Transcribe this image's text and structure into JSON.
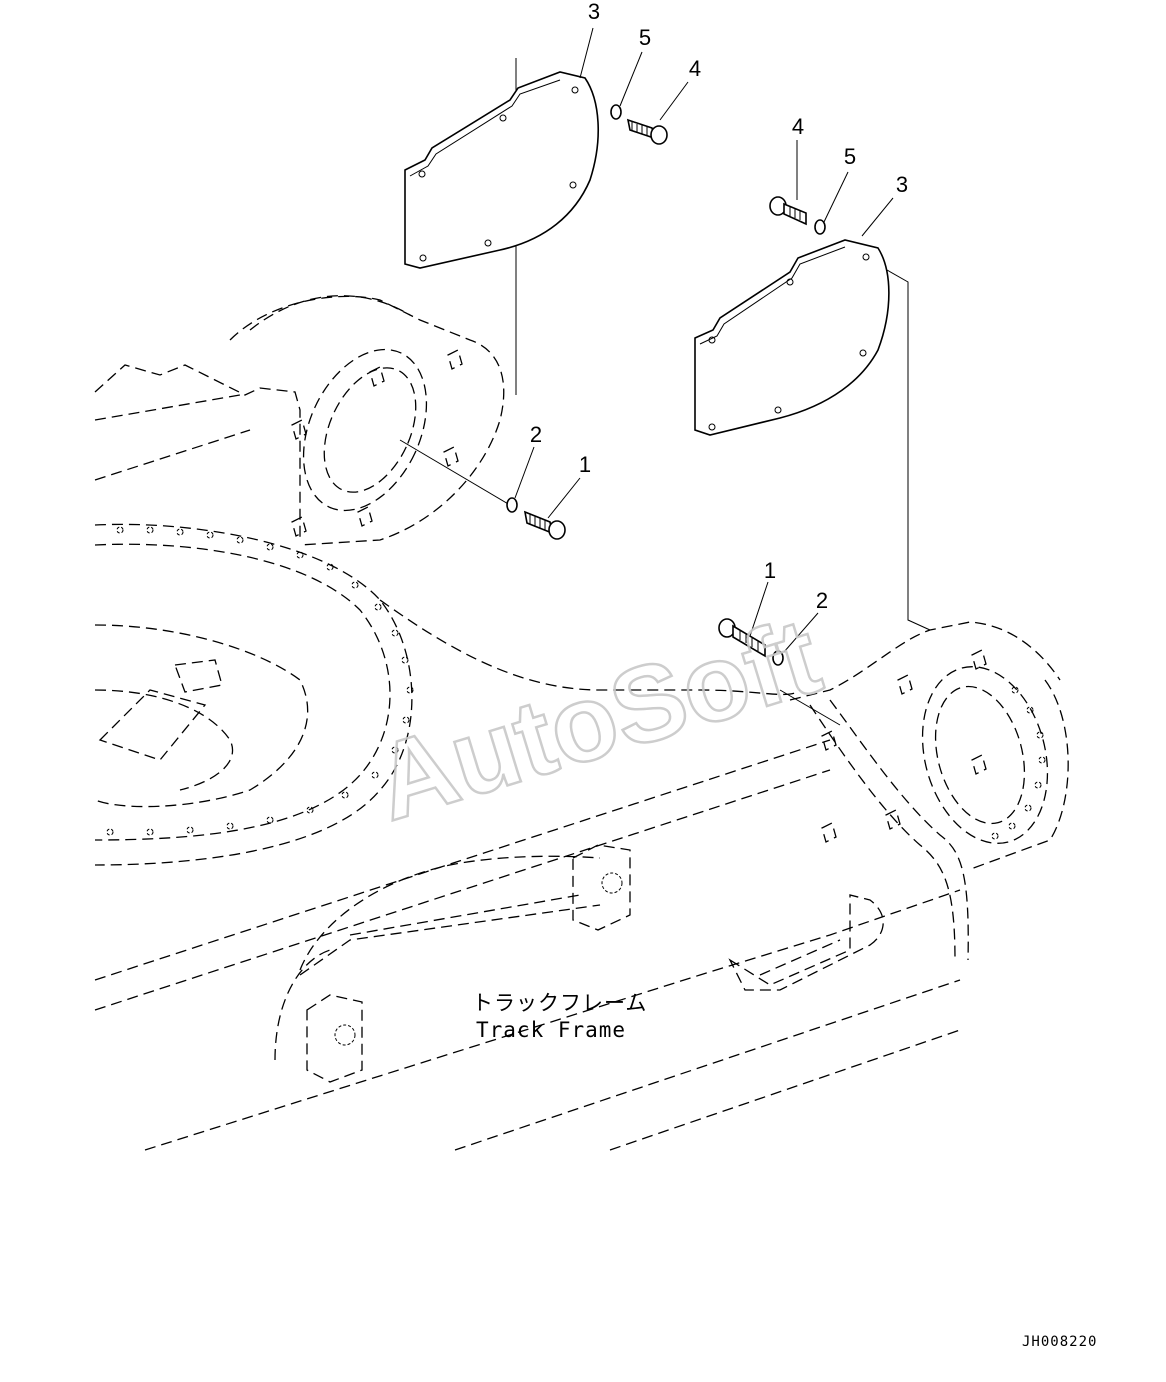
{
  "diagram": {
    "callouts": [
      {
        "id": "c3a",
        "label": "3"
      },
      {
        "id": "c5a",
        "label": "5"
      },
      {
        "id": "c4a",
        "label": "4"
      },
      {
        "id": "c4b",
        "label": "4"
      },
      {
        "id": "c5b",
        "label": "5"
      },
      {
        "id": "c3b",
        "label": "3"
      },
      {
        "id": "c2a",
        "label": "2"
      },
      {
        "id": "c1a",
        "label": "1"
      },
      {
        "id": "c1b",
        "label": "1"
      },
      {
        "id": "c2b",
        "label": "2"
      }
    ],
    "frame_label_jp": "トラックフレーム",
    "frame_label_en": "Track Frame",
    "drawing_id": "JH008220",
    "watermark": "AutoSoft",
    "icons": [
      "cover-plate-icon",
      "bolt-icon",
      "washer-icon",
      "track-frame-icon"
    ]
  }
}
